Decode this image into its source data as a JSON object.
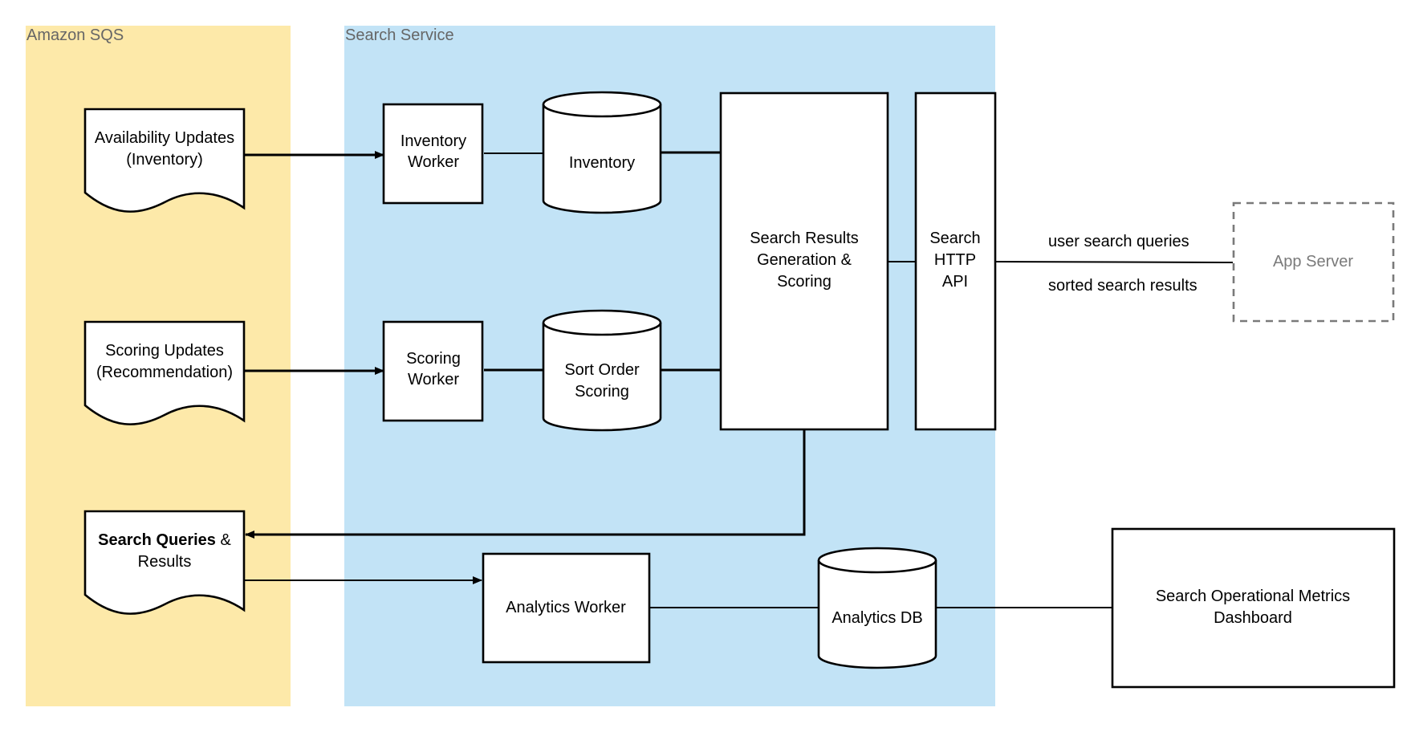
{
  "colors": {
    "sqs_lane": "#fde9a9",
    "service_lane": "#c2e3f6",
    "lane_label": "#666666",
    "external_label": "#7a7a7a",
    "stroke": "#000000"
  },
  "lanes": {
    "sqs": "Amazon SQS",
    "service": "Search Service"
  },
  "queues": {
    "availability": [
      "Availability Updates",
      "(Inventory)"
    ],
    "scoring": [
      "Scoring Updates",
      "(Recommendation)"
    ],
    "search_queries": {
      "bold": "Search Queries",
      "rest": " &",
      "line2": "Results"
    }
  },
  "workers": {
    "inventory": [
      "Inventory",
      "Worker"
    ],
    "scoring": [
      "Scoring",
      "Worker"
    ],
    "analytics": "Analytics Worker"
  },
  "databases": {
    "inventory": "Inventory",
    "sort_order": [
      "Sort Order",
      "Scoring"
    ],
    "analytics": "Analytics DB"
  },
  "services": {
    "results": [
      "Search Results",
      "Generation &",
      "Scoring"
    ],
    "api": [
      "Search",
      "HTTP",
      "API"
    ]
  },
  "external": {
    "app_server": "App Server",
    "dashboard": [
      "Search Operational Metrics",
      "Dashboard"
    ]
  },
  "edge_labels": {
    "queries": "user search queries",
    "results": "sorted search results"
  }
}
